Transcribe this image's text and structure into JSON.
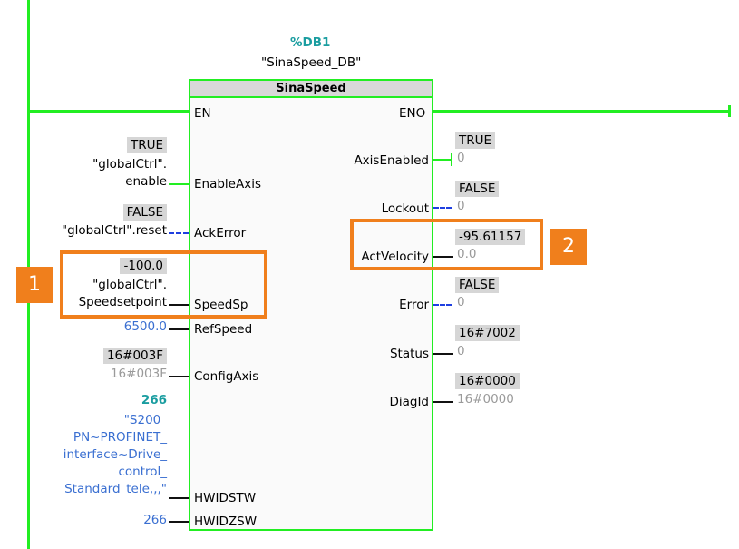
{
  "block": {
    "db_name": "%DB1",
    "instance": "\"SinaSpeed_DB\"",
    "type_name": "SinaSpeed",
    "en_label": "EN",
    "eno_label": "ENO"
  },
  "inputs": {
    "enable_axis": {
      "pin": "EnableAxis",
      "status": "TRUE",
      "tag_line1": "\"globalCtrl\".",
      "tag_line2": "enable"
    },
    "ack_error": {
      "pin": "AckError",
      "status": "FALSE",
      "tag": "\"globalCtrl\".reset"
    },
    "speed_sp": {
      "pin": "SpeedSp",
      "status": "-100.0",
      "tag_line1": "\"globalCtrl\".",
      "tag_line2": "Speedsetpoint"
    },
    "ref_speed": {
      "pin": "RefSpeed",
      "value": "6500.0"
    },
    "config_axis": {
      "pin": "ConfigAxis",
      "status": "16#003F",
      "value": "16#003F"
    },
    "hwid_stw": {
      "pin": "HWIDSTW",
      "status": "266",
      "tag_lines": [
        "\"S200_",
        "PN~PROFINET_",
        "interface~Drive_",
        "control_",
        "Standard_tele,,,\""
      ]
    },
    "hwid_zsw": {
      "pin": "HWIDZSW",
      "value": "266"
    }
  },
  "outputs": {
    "axis_enabled": {
      "pin": "AxisEnabled",
      "status": "TRUE",
      "value": "0"
    },
    "lockout": {
      "pin": "Lockout",
      "status": "FALSE",
      "value": "0"
    },
    "act_velocity": {
      "pin": "ActVelocity",
      "status": "-95.61157",
      "value": "0.0"
    },
    "error": {
      "pin": "Error",
      "status": "FALSE",
      "value": "0"
    },
    "status": {
      "pin": "Status",
      "status": "16#7002",
      "value": "0"
    },
    "diag_id": {
      "pin": "DiagId",
      "status": "16#0000",
      "value": "16#0000"
    }
  },
  "callouts": {
    "one": "1",
    "two": "2"
  },
  "colors": {
    "wire_active": "#22ee22",
    "wire_inactive": "#1f3fe0",
    "callout": "#f07f1c",
    "constant": "#3a6fd1",
    "status_bg": "#d6d6d6"
  }
}
